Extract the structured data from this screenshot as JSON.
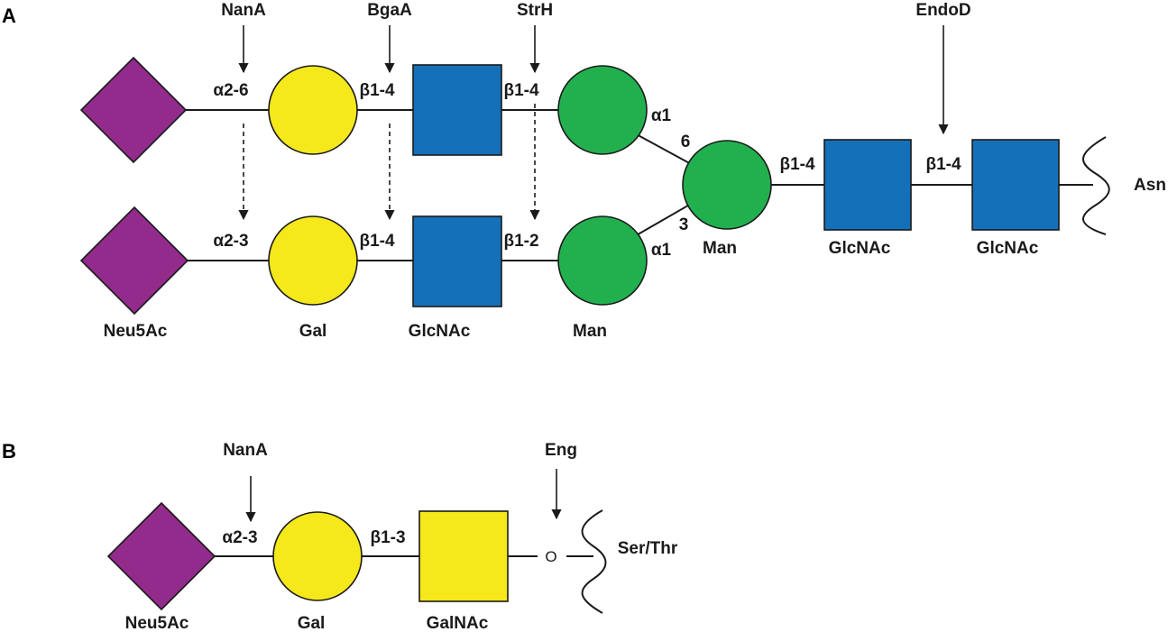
{
  "colors": {
    "neu5ac": "#922b8c",
    "gal": "#f5e81b",
    "glcnac": "#1470b9",
    "man": "#22b04f",
    "galnac": "#f5e81b"
  },
  "panel_a": {
    "letter": "A",
    "enzymes": {
      "nana": "NanA",
      "bgaa": "BgaA",
      "strh": "StrH",
      "endod": "EndoD"
    },
    "linkages": {
      "top_a26": "α2-6",
      "top_b14a": "β1-4",
      "top_b14b": "β1-4",
      "bot_a23": "α2-3",
      "bot_b14": "β1-4",
      "bot_b12": "β1-2",
      "top_a1": "α1",
      "pos6": "6",
      "bot_a1": "α1",
      "pos3": "3",
      "core_b14a": "β1-4",
      "core_b14b": "β1-4"
    },
    "labels": {
      "neu5ac": "Neu5Ac",
      "gal": "Gal",
      "glcnac": "GlcNAc",
      "man": "Man",
      "core_man": "Man",
      "core_glcnac1": "GlcNAc",
      "core_glcnac2": "GlcNAc",
      "asn": "Asn"
    }
  },
  "panel_b": {
    "letter": "B",
    "enzymes": {
      "nana": "NanA",
      "eng": "Eng"
    },
    "linkages": {
      "a23": "α2-3",
      "b13": "β1-3",
      "o": "O"
    },
    "labels": {
      "neu5ac": "Neu5Ac",
      "gal": "Gal",
      "galnac": "GalNAc",
      "serthr": "Ser/Thr"
    }
  }
}
